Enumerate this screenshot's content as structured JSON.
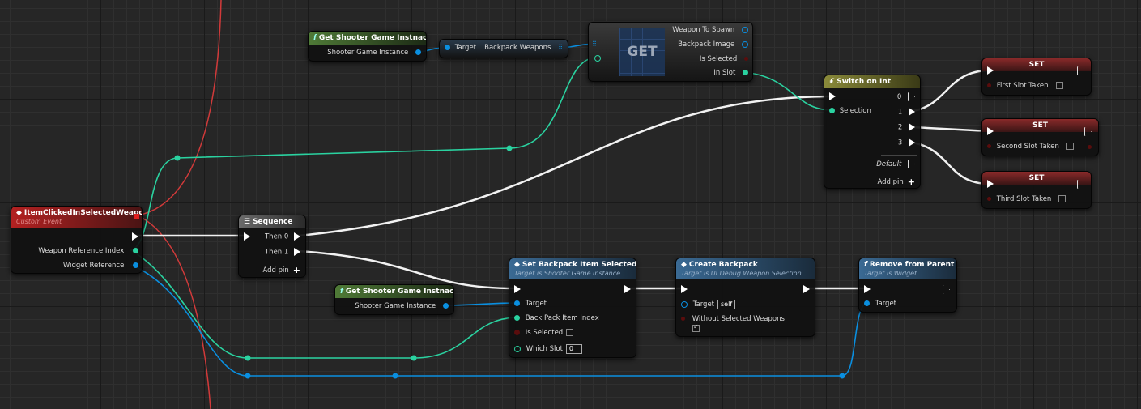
{
  "nodes": {
    "event": {
      "title": "ItemClickedInSelectedWeapons",
      "subtitle": "Custom Event",
      "pin_weapon_ref_index": "Weapon Reference Index",
      "pin_widget_ref": "Widget Reference"
    },
    "get_shooter_1": {
      "title": "Get Shooter Game Instnace",
      "pin_out": "Shooter Game Instance"
    },
    "backpack_weapons": {
      "pin_target": "Target",
      "pin_out": "Backpack Weapons"
    },
    "get_array": {
      "label": "GET",
      "pin_weapon_to_spawn": "Weapon To Spawn",
      "pin_backpack_image": "Backpack Image",
      "pin_is_selected": "Is Selected",
      "pin_in_slot": "In Slot"
    },
    "switch_int": {
      "title": "Switch on Int",
      "pin_selection": "Selection",
      "pin_0": "0",
      "pin_1": "1",
      "pin_2": "2",
      "pin_3": "3",
      "pin_default": "Default",
      "add_pin": "Add pin"
    },
    "set_1": {
      "title": "SET",
      "var": "First Slot Taken"
    },
    "set_2": {
      "title": "SET",
      "var": "Second Slot Taken"
    },
    "set_3": {
      "title": "SET",
      "var": "Third Slot Taken"
    },
    "sequence": {
      "title": "Sequence",
      "then0": "Then 0",
      "then1": "Then 1",
      "add_pin": "Add pin"
    },
    "get_shooter_2": {
      "title": "Get Shooter Game Instnace",
      "pin_out": "Shooter Game Instance"
    },
    "set_backpack_item": {
      "title": "Set Backpack Item Selected",
      "subtitle": "Target is Shooter Game Instance",
      "pin_target": "Target",
      "pin_index": "Back Pack Item Index",
      "pin_is_selected": "Is Selected",
      "pin_which_slot": "Which Slot",
      "which_slot_value": "0"
    },
    "create_backpack": {
      "title": "Create Backpack",
      "subtitle": "Target is UI Debug Weapon Selection",
      "pin_target": "Target",
      "target_value": "self",
      "pin_without": "Without Selected Weapons"
    },
    "remove_parent": {
      "title": "Remove from Parent",
      "subtitle": "Target is Widget",
      "pin_target": "Target"
    }
  },
  "colors": {
    "exec": "#ffffff",
    "object": "#0a8fe0",
    "integer": "#2ad2a0",
    "boolean": "#8a1010",
    "event_header": "#b32121",
    "pure_header": "#4f7a37",
    "function_header": "#3a6a94"
  }
}
